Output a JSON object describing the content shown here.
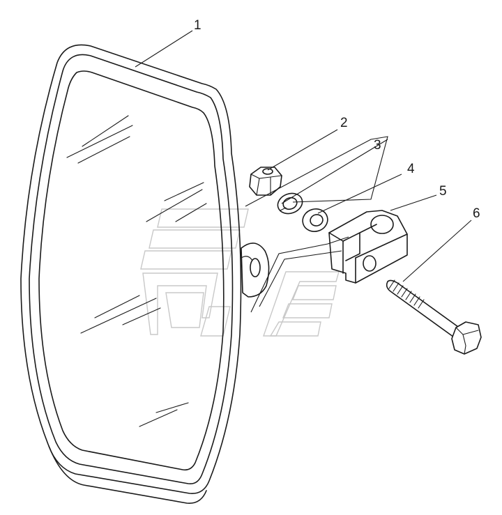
{
  "callouts": {
    "c1": "1",
    "c2": "2",
    "c3": "3",
    "c4": "4",
    "c5": "5",
    "c6": "6"
  },
  "colors": {
    "ink": "#1a1a1a",
    "watermark": "#c8c8c8",
    "background": "#ffffff"
  },
  "parts": [
    "mirror",
    "nut",
    "spring-washer",
    "flat-washer",
    "clamp-bracket",
    "bolt"
  ]
}
